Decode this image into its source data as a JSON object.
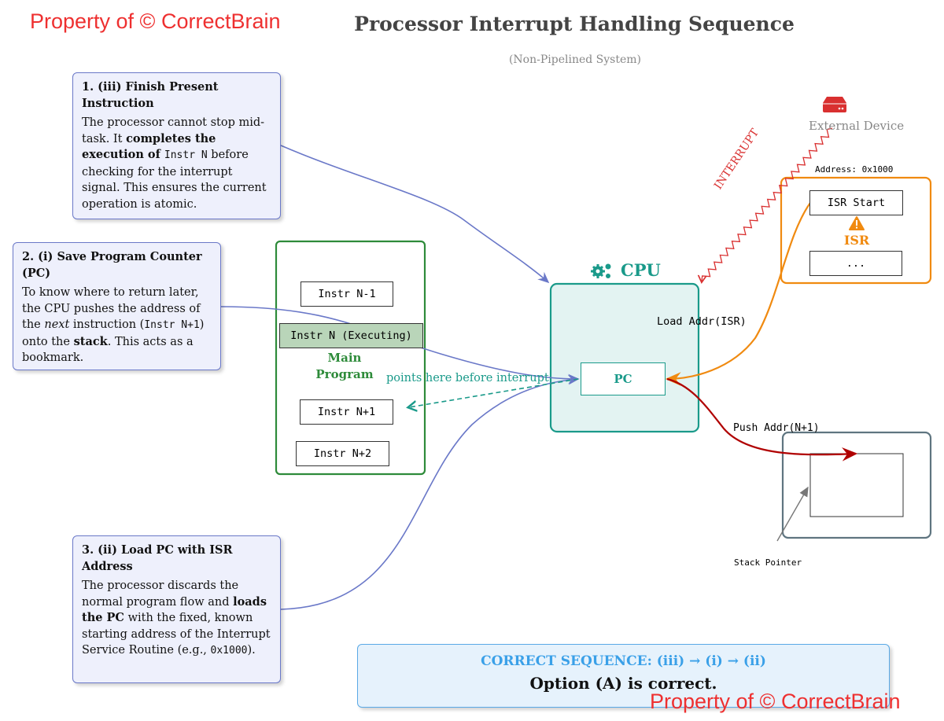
{
  "title": "Processor Interrupt Handling Sequence",
  "subtitle": "(Non-Pipelined System)",
  "watermark": "Property of © CorrectBrain",
  "colors": {
    "note_border": "#6a78c8",
    "main_program": "#2e8b3a",
    "cpu": "#1a9a8a",
    "isr": "#f08a10",
    "interrupt": "#d93030",
    "stack": "#5f7580",
    "push_arrow": "#b00000",
    "final_title": "#3aa0e8"
  },
  "notes": [
    {
      "heading": "1. (iii) Finish Present Instruction",
      "p1": "The processor cannot stop mid-task. It ",
      "b1": "completes the execution of ",
      "m1": "Instr N",
      "p2": " before checking for the interrupt signal. This ensures the current operation is atomic."
    },
    {
      "heading": "2. (i) Save Program Counter (PC)",
      "p1": "To know where to return later, the CPU pushes the address of the ",
      "i1": "next",
      "p2": " instruction (",
      "m1": "Instr N+1",
      "p3": ") onto the ",
      "b1": "stack",
      "p4": ". This acts as a bookmark."
    },
    {
      "heading": "3. (ii) Load PC with ISR Address",
      "p1": "The processor discards the normal program flow and ",
      "b1": "loads the PC",
      "p2": " with the fixed, known starting address of the Interrupt Service Routine (e.g., ",
      "m1": "0x1000",
      "p3": ")."
    }
  ],
  "main_program": {
    "label_line1": "Main",
    "label_line2": "Program",
    "instructions": [
      "Instr N-1",
      "Instr N (Executing)",
      "Instr N+1",
      "Instr N+2"
    ],
    "pointer_label": "points here before interrupt"
  },
  "cpu": {
    "label": "CPU",
    "icon": "gears-icon",
    "pc": "PC",
    "load_label": "Load Addr(ISR)"
  },
  "device": {
    "label": "External Device",
    "icon": "server-icon",
    "signal": "INTERRUPT"
  },
  "isr": {
    "address": "Address: 0x1000",
    "start": "ISR Start",
    "label": "ISR",
    "icon": "warning-icon",
    "rest": "..."
  },
  "stack": {
    "push_label": "Push Addr(N+1)",
    "pointer_label": "Stack Pointer"
  },
  "final": {
    "sequence": "CORRECT SEQUENCE: (iii) → (i) → (ii)",
    "answer": "Option (A) is correct."
  }
}
